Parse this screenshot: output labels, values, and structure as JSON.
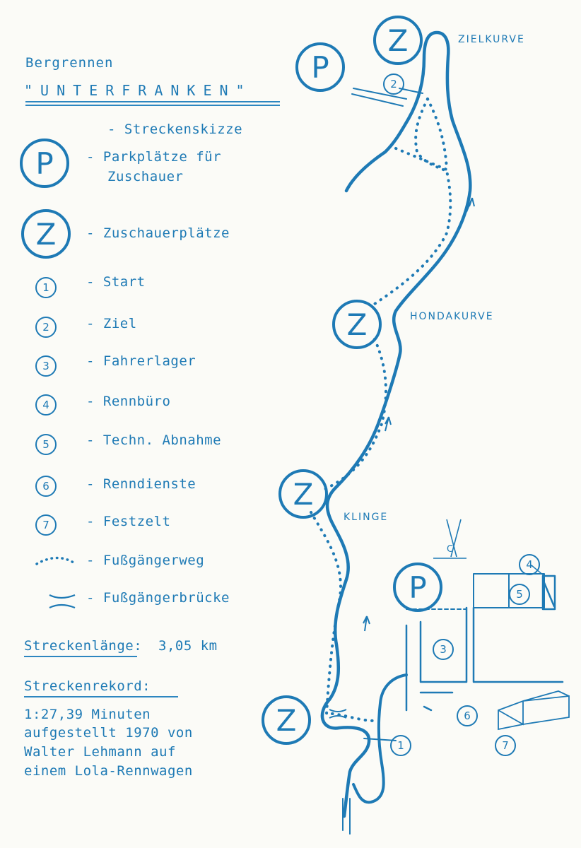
{
  "title": "Bergrennen",
  "subtitle": "\"UNTERFRANKEN\"",
  "legend": {
    "skizze": "- Streckenskizze",
    "p_symbol": "P",
    "z_symbol": "Z",
    "parking_line1": "- Parkplätze für",
    "parking_line2": "Zuschauer",
    "spectator": "- Zuschauerplätze",
    "start": "- Start",
    "ziel": "- Ziel",
    "fahrerlager": "- Fahrerlager",
    "rennbuero": "- Rennbüro",
    "abnahme": "- Techn. Abnahme",
    "renndienste": "- Renndienste",
    "festzelt": "- Festzelt",
    "fussweg": "- Fußgängerweg",
    "bruecke": "- Fußgängerbrücke",
    "n1": "1",
    "n2": "2",
    "n3": "3",
    "n4": "4",
    "n5": "5",
    "n6": "6",
    "n7": "7"
  },
  "track_length": {
    "label": "Streckenlänge:",
    "value": "3,05 km"
  },
  "record": {
    "label": "Streckenrekord:",
    "line1": "1:27,39 Minuten",
    "line2": "aufgestellt 1970 von",
    "line3": "Walter Lehmann auf",
    "line4": "einem Lola-Rennwagen"
  },
  "map": {
    "zielkurve": "ZIELKURVE",
    "hondakurve": "HONDAKURVE",
    "klinge": "KLINGE",
    "tent_label": "C",
    "color": "#1e7ab5"
  }
}
